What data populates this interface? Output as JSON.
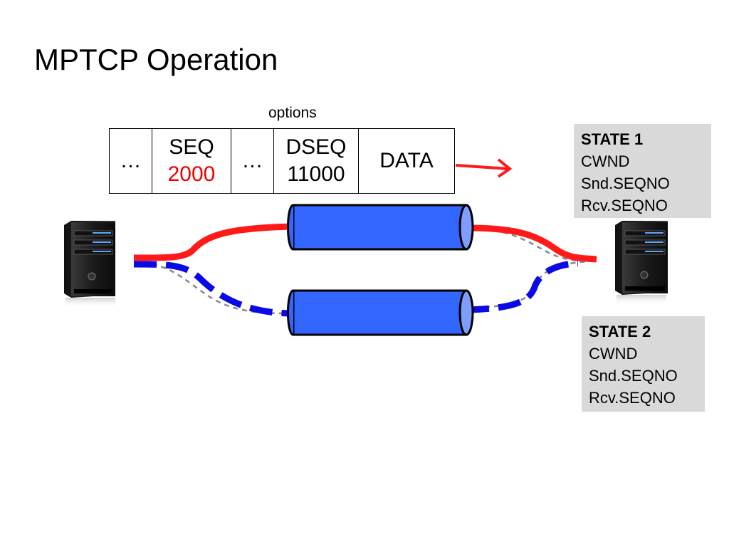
{
  "title": "MPTCP Operation",
  "packet": {
    "options_label": "options",
    "cells": [
      {
        "line1": "…",
        "line2": ""
      },
      {
        "line1": "SEQ",
        "line2": "2000"
      },
      {
        "line1": "…",
        "line2": ""
      },
      {
        "line1": "DSEQ",
        "line2": "11000"
      },
      {
        "line1": "DATA",
        "line2": ""
      }
    ]
  },
  "states": [
    {
      "title": "STATE 1",
      "lines": [
        "CWND",
        "Snd.SEQNO",
        "Rcv.SEQNO"
      ]
    },
    {
      "title": "STATE 2",
      "lines": [
        "CWND",
        "Snd.SEQNO",
        "Rcv.SEQNO"
      ]
    }
  ],
  "colors": {
    "path1": "#ff1a1a",
    "path2": "#0a0ae6",
    "pipe": "#3366ff",
    "state_bg": "#d9d9d9"
  },
  "icons": {
    "server_left": "server-tower-icon",
    "server_right": "server-tower-icon"
  }
}
